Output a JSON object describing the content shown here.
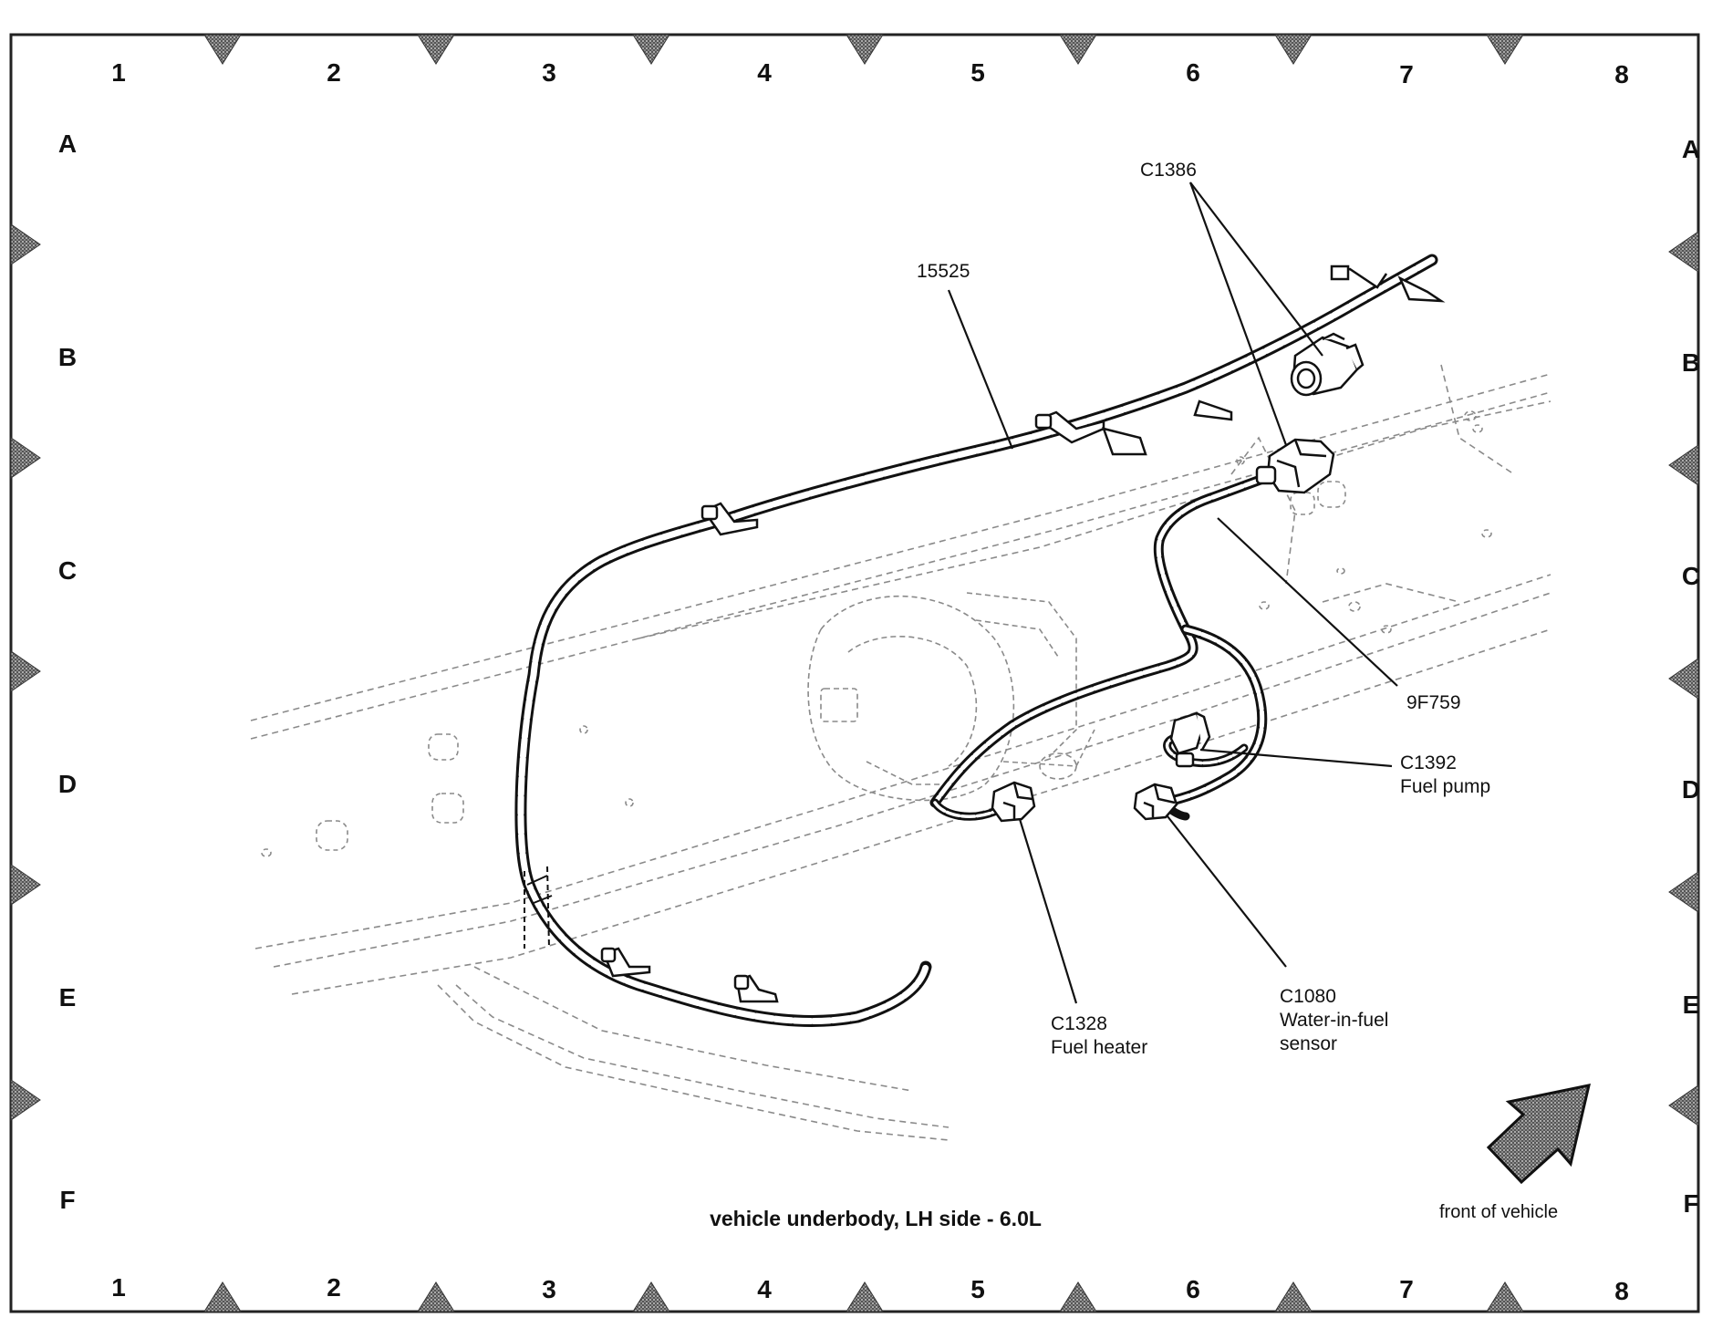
{
  "grid": {
    "columns": [
      "1",
      "2",
      "3",
      "4",
      "5",
      "6",
      "7",
      "8"
    ],
    "rows": [
      "A",
      "B",
      "C",
      "D",
      "E",
      "F"
    ]
  },
  "callouts": {
    "harness_15525": "15525",
    "connector_c1386": "C1386",
    "harness_9f759": "9F759",
    "connector_c1392": {
      "id": "C1392",
      "desc": "Fuel pump"
    },
    "connector_c1328": {
      "id": "C1328",
      "desc": "Fuel heater"
    },
    "connector_c1080": {
      "id": "C1080",
      "desc_line1": "Water-in-fuel",
      "desc_line2": "sensor"
    }
  },
  "caption": "vehicle underbody, LH side - 6.0L",
  "front_indicator": {
    "label": "front of vehicle",
    "icon": "arrow-up-right-icon"
  },
  "colors": {
    "ink": "#111111",
    "frame": "#222222",
    "marker": "#6e6e6e",
    "ghost": "#8a8a8a"
  }
}
